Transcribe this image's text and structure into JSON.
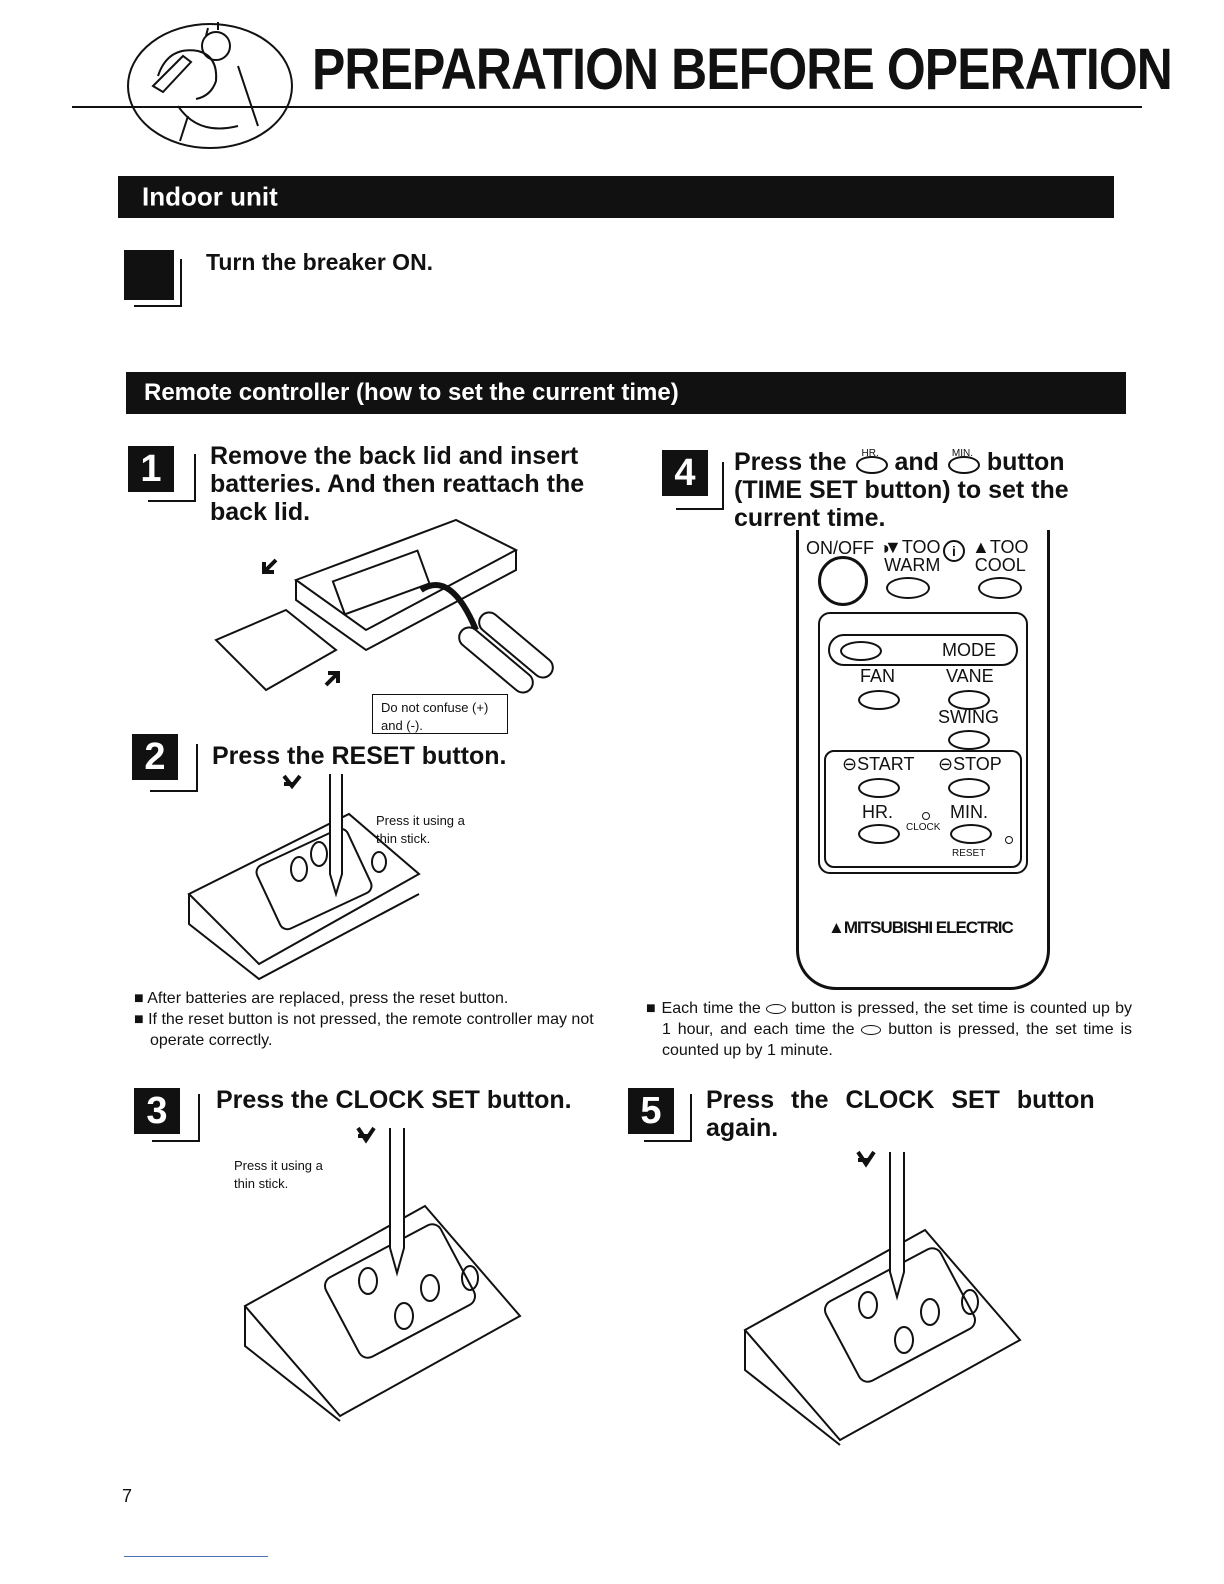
{
  "header": {
    "title": "PREPARATION BEFORE OPERATION"
  },
  "indoor": {
    "band_label": "Indoor unit",
    "step_text": "Turn the breaker ON."
  },
  "remote": {
    "band_label": "Remote controller (how to set the current time)"
  },
  "steps": [
    {
      "num": "1",
      "text": "Remove the back lid and insert batteries. And then reattach the back lid."
    },
    {
      "num": "2",
      "text": "Press the RESET button."
    },
    {
      "num": "3",
      "text": "Press the CLOCK SET button."
    },
    {
      "num": "4",
      "text_a": "Press the",
      "text_b": "and",
      "text_c": "button (TIME SET button) to set the current time."
    },
    {
      "num": "5",
      "text": "Press the CLOCK SET button again."
    }
  ],
  "callouts": {
    "confuse": "Do not confuse (+) and (-).",
    "stick_2": "Press it using a thin stick.",
    "stick_3": "Press it using a thin stick."
  },
  "notes_left": [
    "After batteries are replaced, press the reset button.",
    "If the reset button is not pressed, the remote controller may not operate correctly."
  ],
  "notes_right": {
    "a": "Each time the",
    "b": "button is pressed, the set time is counted up by 1 hour, and each time the",
    "c": "button is pressed, the set time is counted up by 1 minute."
  },
  "remote_labels": {
    "onoff": "ON/OFF",
    "too_warm_a": "TOO",
    "too_warm_b": "WARM",
    "too_cool_a": "TOO",
    "too_cool_b": "COOL",
    "mode": "MODE",
    "fan": "FAN",
    "vane": "VANE",
    "swing": "SWING",
    "start": "START",
    "stop": "STOP",
    "hr": "HR.",
    "min": "MIN.",
    "clock": "CLOCK",
    "reset": "RESET",
    "brand": "MITSUBISHI ELECTRIC"
  },
  "button_tags": {
    "hr": "HR.",
    "min": "MIN."
  },
  "page_number": "7"
}
